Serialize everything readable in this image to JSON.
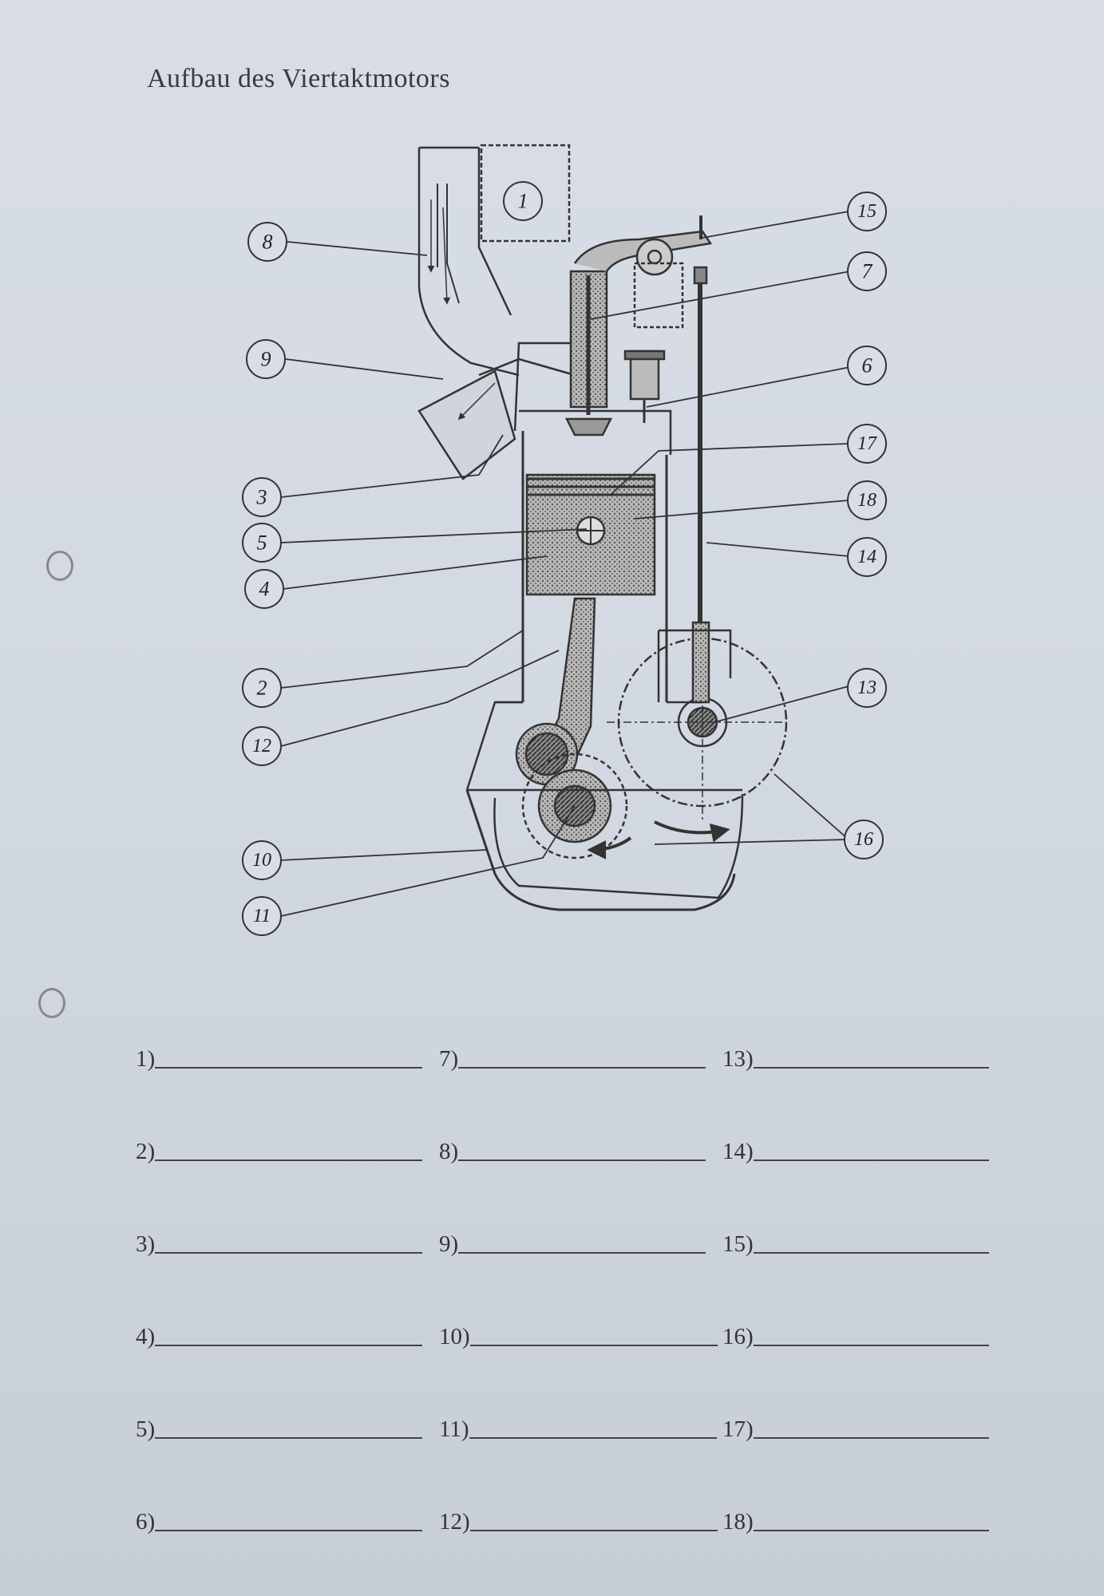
{
  "page": {
    "title": "Aufbau des Viertaktmotors"
  },
  "diagram": {
    "callouts": [
      "1",
      "2",
      "3",
      "4",
      "5",
      "6",
      "7",
      "8",
      "9",
      "10",
      "11",
      "12",
      "13",
      "14",
      "15",
      "16",
      "17",
      "18"
    ]
  },
  "answers": {
    "col1": [
      "1)",
      "2)",
      "3)",
      "4)",
      "5)",
      "6)"
    ],
    "col2": [
      "7)",
      "8)",
      "9)",
      "10)",
      "11)",
      "12)"
    ],
    "col3": [
      "13)",
      "14)",
      "15)",
      "16)",
      "17)",
      "18)"
    ]
  },
  "colors": {
    "paper": "#d5dbe4",
    "ink": "#333333"
  }
}
